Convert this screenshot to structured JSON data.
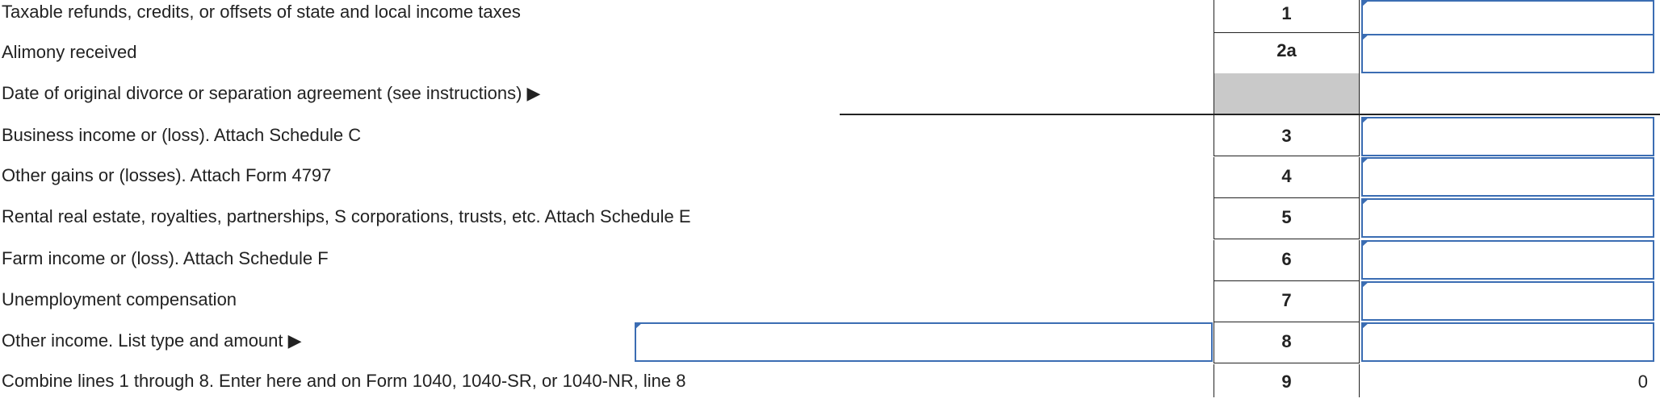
{
  "rows": [
    {
      "desc": "Taxable refunds, credits, or offsets of state and local income taxes",
      "line": "1"
    },
    {
      "desc": "Alimony received",
      "line": "2a"
    },
    {
      "desc": "Date of original divorce or separation agreement (see instructions) ▶",
      "line": ""
    },
    {
      "desc": "Business income or (loss). Attach Schedule C",
      "line": "3"
    },
    {
      "desc": "Other gains or (losses). Attach Form 4797",
      "line": "4"
    },
    {
      "desc": "Rental real estate, royalties, partnerships, S corporations, trusts, etc. Attach Schedule E",
      "line": "5"
    },
    {
      "desc": "Farm income or (loss). Attach Schedule F",
      "line": "6"
    },
    {
      "desc": "Unemployment compensation",
      "line": "7"
    },
    {
      "desc": "Other income. List type and amount ▶",
      "line": "8"
    },
    {
      "desc": "Combine lines 1 through 8. Enter here and on Form 1040, 1040-SR, or 1040-NR, line 8",
      "line": "9",
      "total": "0"
    }
  ],
  "colors": {
    "field_border": "#3b6db3",
    "shaded_cell": "#c9c9c9",
    "text": "#222222"
  },
  "icons": {
    "field_flag": "field-flag-icon"
  }
}
